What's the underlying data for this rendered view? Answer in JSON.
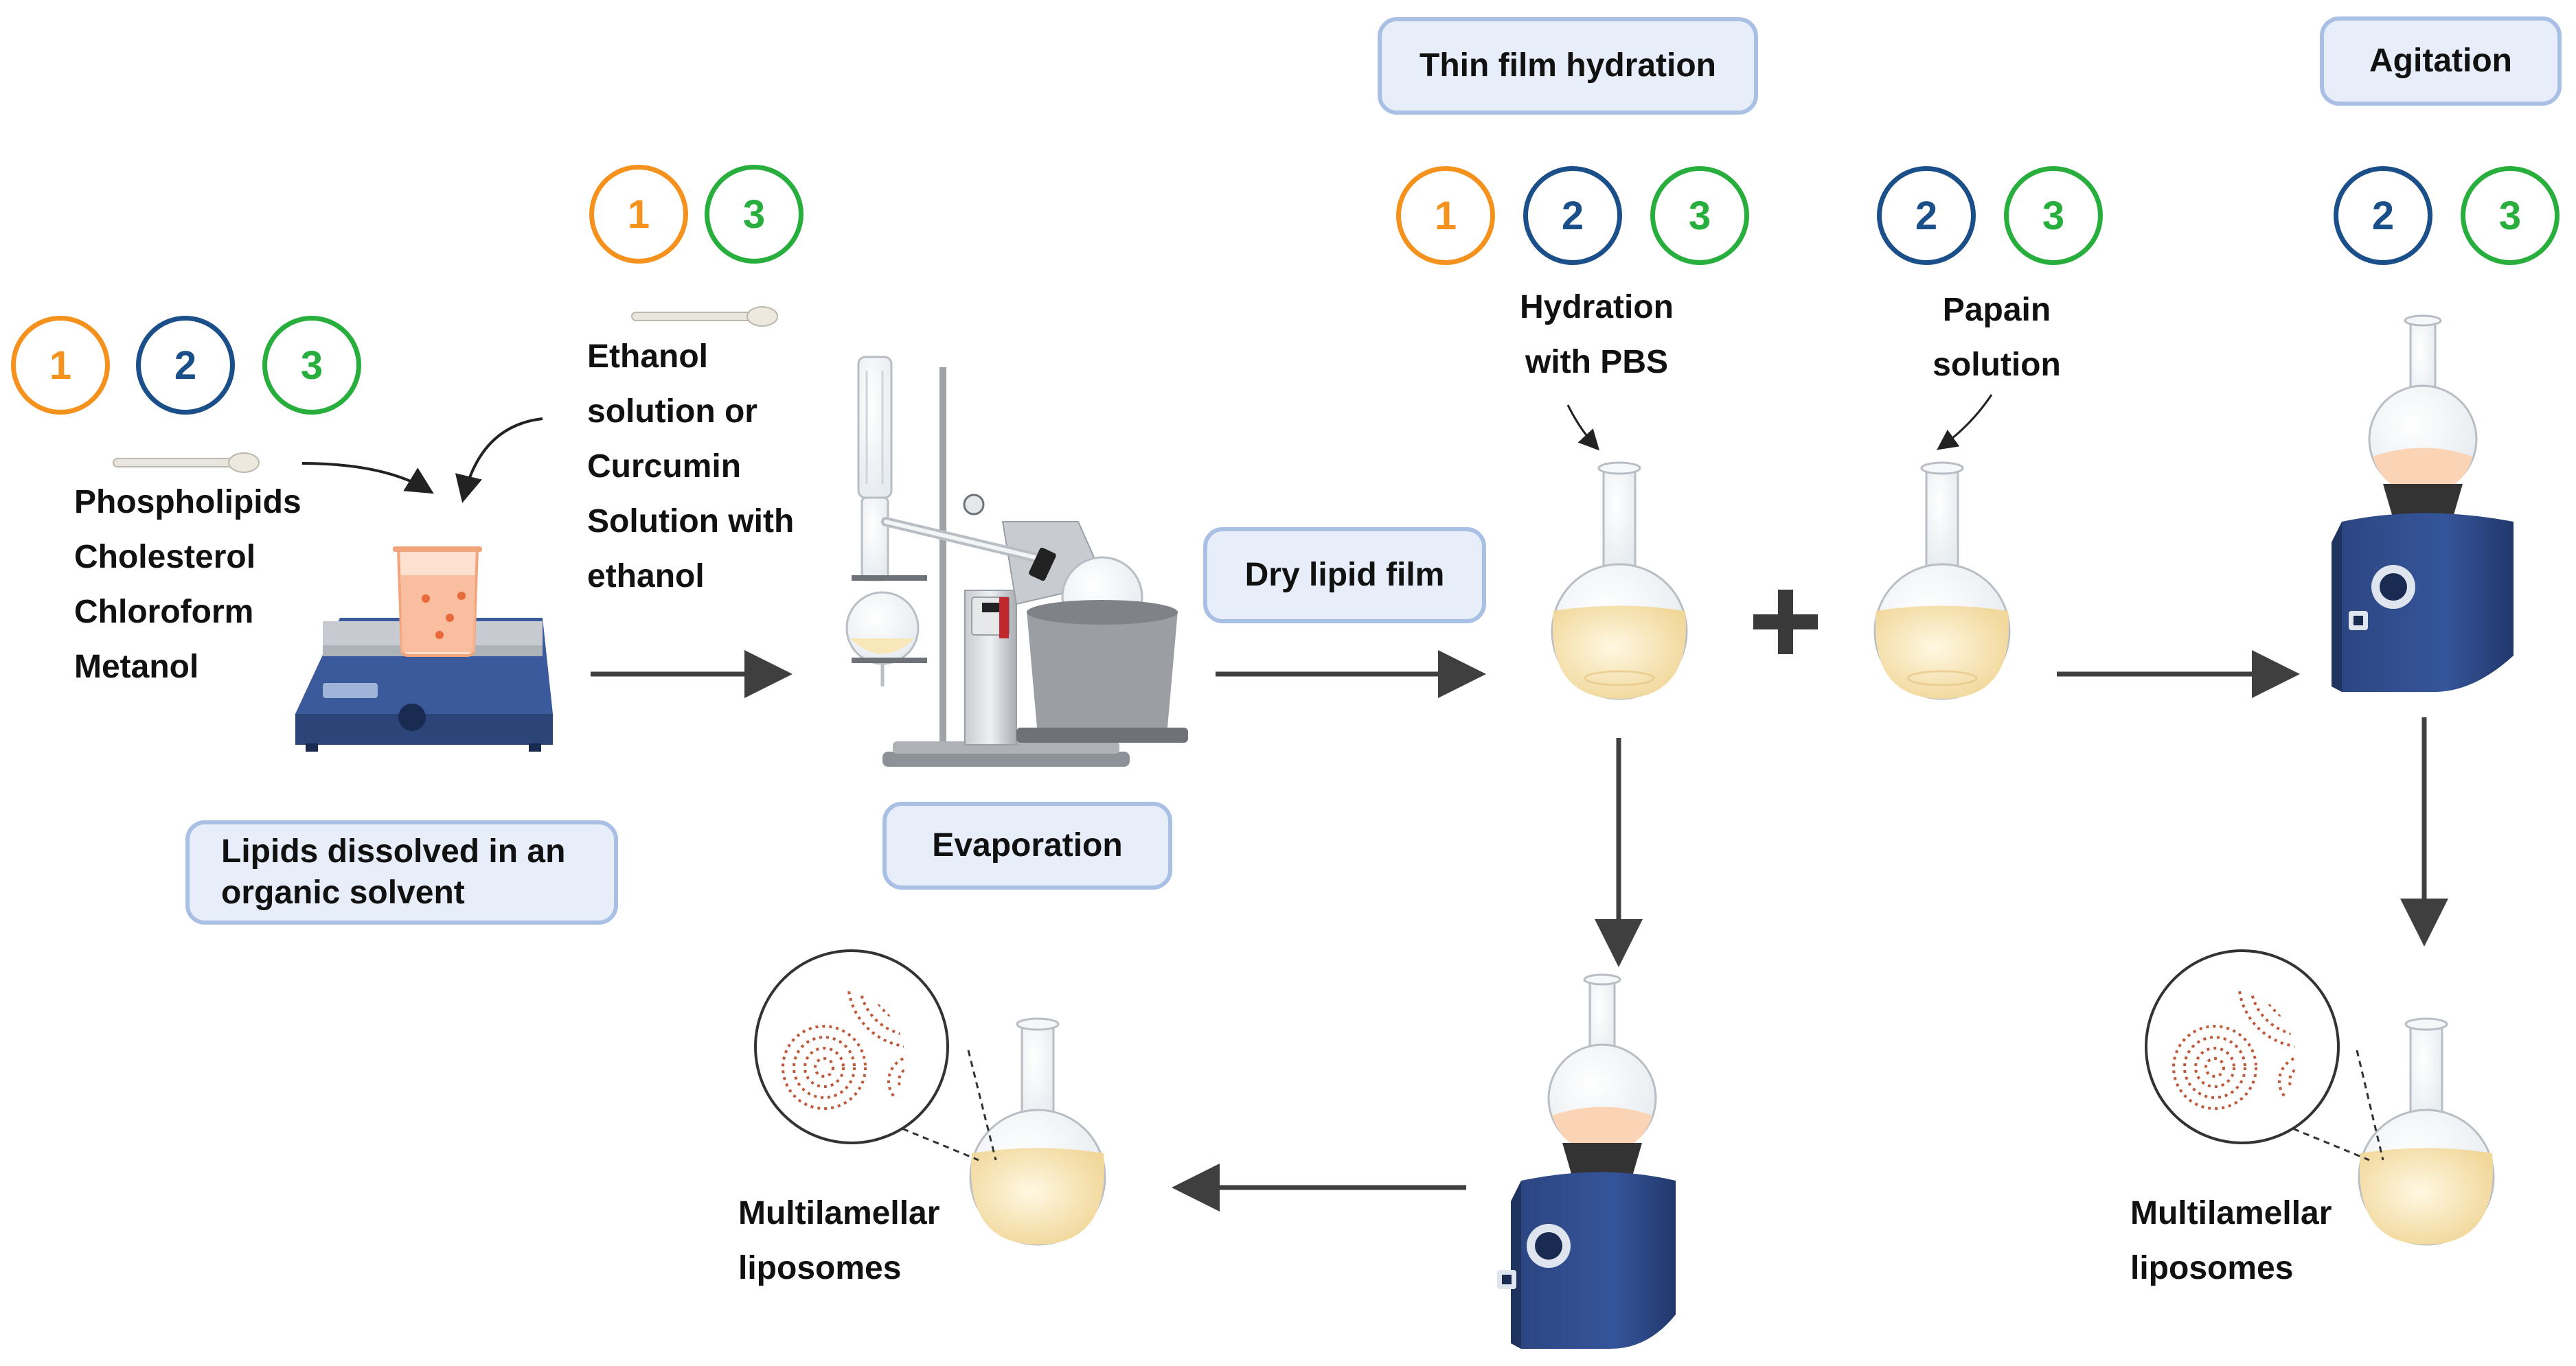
{
  "colors": {
    "method_1": "#f5921e",
    "method_2": "#1b4f8a",
    "method_3": "#27ae3c",
    "arrow": "#3f3f3f",
    "label_box_fill": "#e7eef9",
    "label_box_border": "#a9c0e4",
    "solution": "#f8e4b0",
    "lipid_film": "#f9c9a0",
    "device_body": "#2f4a86"
  },
  "stages": {
    "lipid_dissolution": "Lipids dissolved in an organic solvent",
    "evaporation": "Evaporation",
    "dry_film": "Dry lipid film",
    "thin_film_hydration": "Thin film hydration",
    "agitation": "Agitation"
  },
  "ingredients": [
    "Phospholipids",
    "Cholesterol",
    "Chloroform",
    "Metanol"
  ],
  "ethanol_note": [
    "Ethanol",
    "solution or",
    "Curcumin",
    "Solution with",
    "ethanol"
  ],
  "hydration_note": [
    "Hydration",
    "with PBS"
  ],
  "papain_note": [
    "Papain",
    "solution"
  ],
  "plus_sign": "+",
  "result_left": [
    "Multilamellar",
    "liposomes"
  ],
  "result_right": [
    "Multilamellar",
    "liposomes"
  ],
  "badge_groups": {
    "ingredients": [
      "1",
      "2",
      "3"
    ],
    "ethanol": [
      "1",
      "3"
    ],
    "hydration": [
      "1",
      "2",
      "3"
    ],
    "papain": [
      "2",
      "3"
    ],
    "agitation": [
      "2",
      "3"
    ]
  },
  "icons": [
    "spatula-icon",
    "magnetic-stirrer-icon",
    "beaker-icon",
    "rotary-evaporator-icon",
    "round-flask-icon",
    "vortex-mixer-icon",
    "magnifier-icon",
    "liposome-icon"
  ]
}
